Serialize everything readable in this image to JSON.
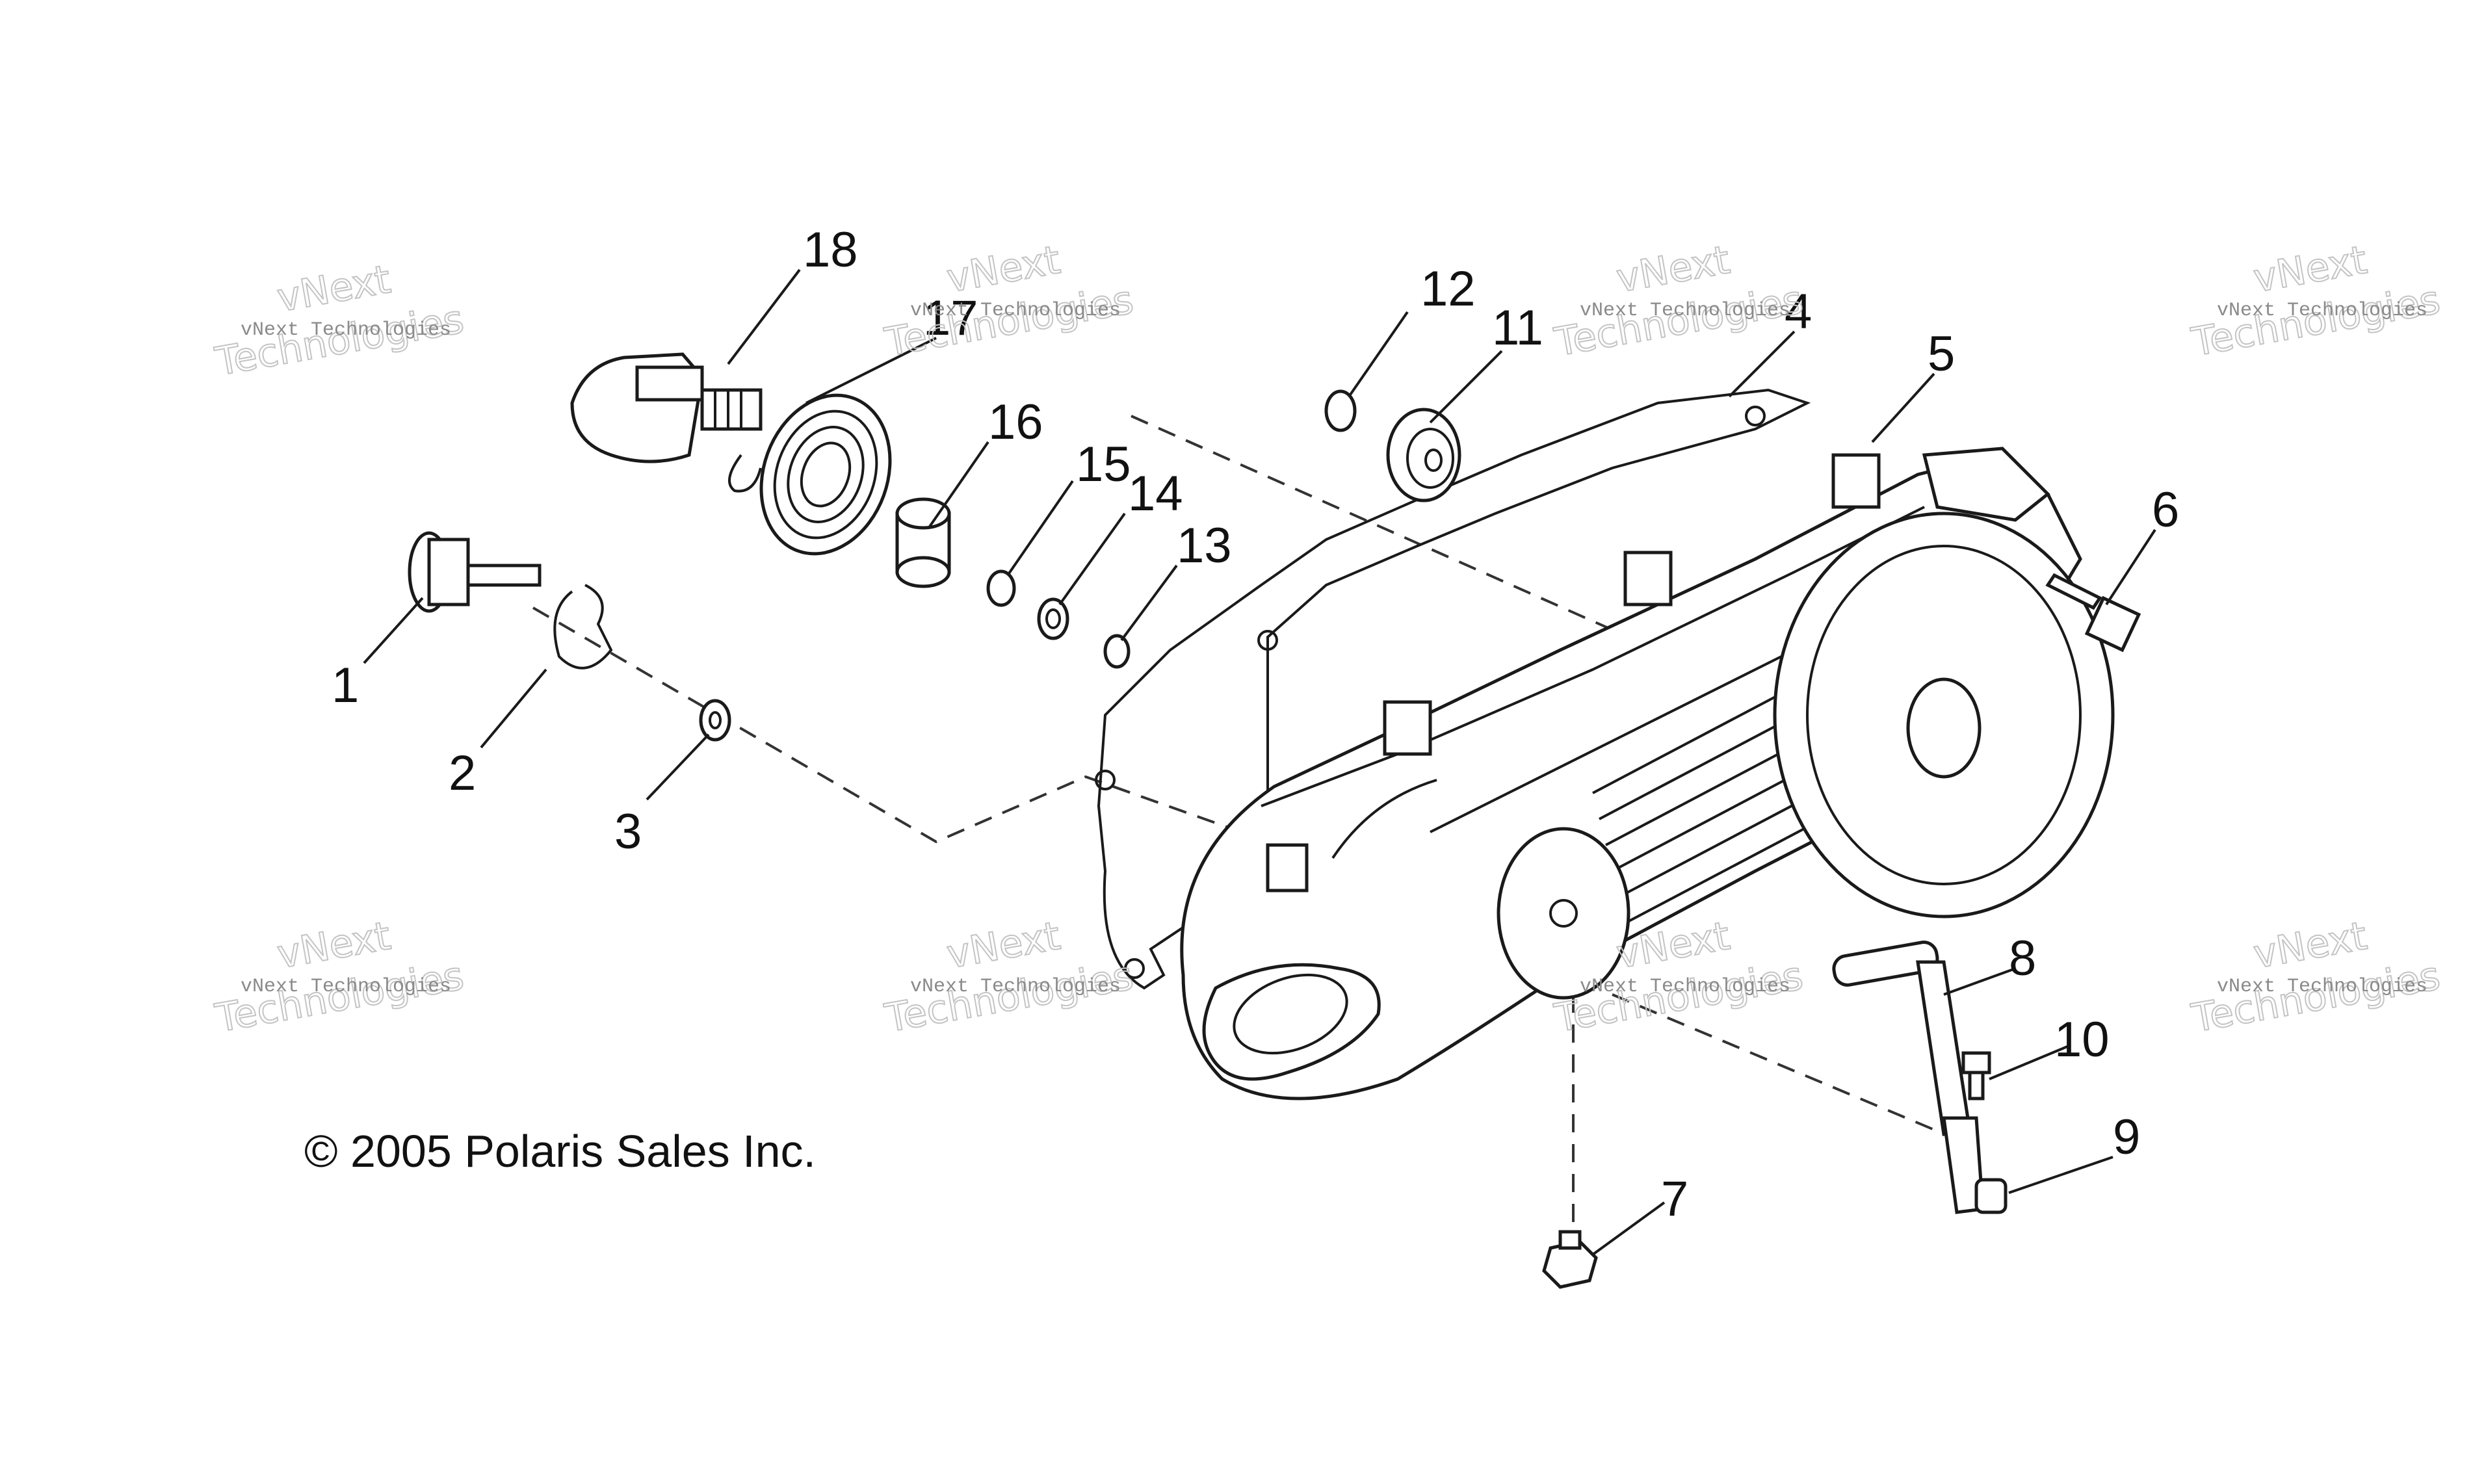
{
  "copyright": "© 2005 Polaris Sales Inc.",
  "watermark": {
    "line1": "vNext Technologies",
    "line2a": "vNext",
    "line2b": "Technologies"
  },
  "callouts": [
    {
      "id": "1",
      "label": "1"
    },
    {
      "id": "2",
      "label": "2"
    },
    {
      "id": "3",
      "label": "3"
    },
    {
      "id": "4",
      "label": "4"
    },
    {
      "id": "5",
      "label": "5"
    },
    {
      "id": "6",
      "label": "6"
    },
    {
      "id": "7",
      "label": "7"
    },
    {
      "id": "8",
      "label": "8"
    },
    {
      "id": "9",
      "label": "9"
    },
    {
      "id": "10",
      "label": "10"
    },
    {
      "id": "11",
      "label": "11"
    },
    {
      "id": "12",
      "label": "12"
    },
    {
      "id": "13",
      "label": "13"
    },
    {
      "id": "14",
      "label": "14"
    },
    {
      "id": "15",
      "label": "15"
    },
    {
      "id": "16",
      "label": "16"
    },
    {
      "id": "17",
      "label": "17"
    },
    {
      "id": "18",
      "label": "18"
    }
  ]
}
